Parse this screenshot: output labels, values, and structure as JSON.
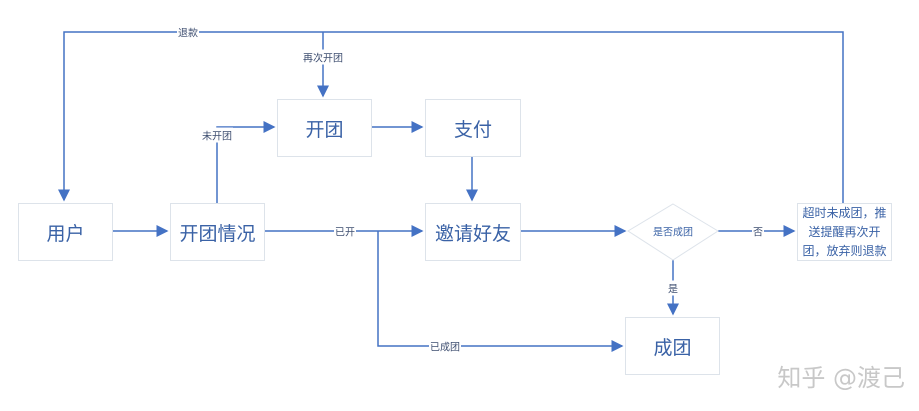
{
  "nodes": {
    "user": "用户",
    "status": "开团情况",
    "open": "开团",
    "pay": "支付",
    "invite": "邀请好友",
    "decision": "是否成团",
    "timeout": "超时未成团，推送提醒再次开团，放弃则退款",
    "success": "成团"
  },
  "edges": {
    "refund": "退款",
    "reopen": "再次开团",
    "not_opened": "未开团",
    "opened": "已开",
    "already_success": "已成团",
    "no": "否",
    "yes": "是"
  },
  "watermark": "知乎 @渡己",
  "colors": {
    "line": "#4472c4",
    "text": "#3a62a6"
  }
}
